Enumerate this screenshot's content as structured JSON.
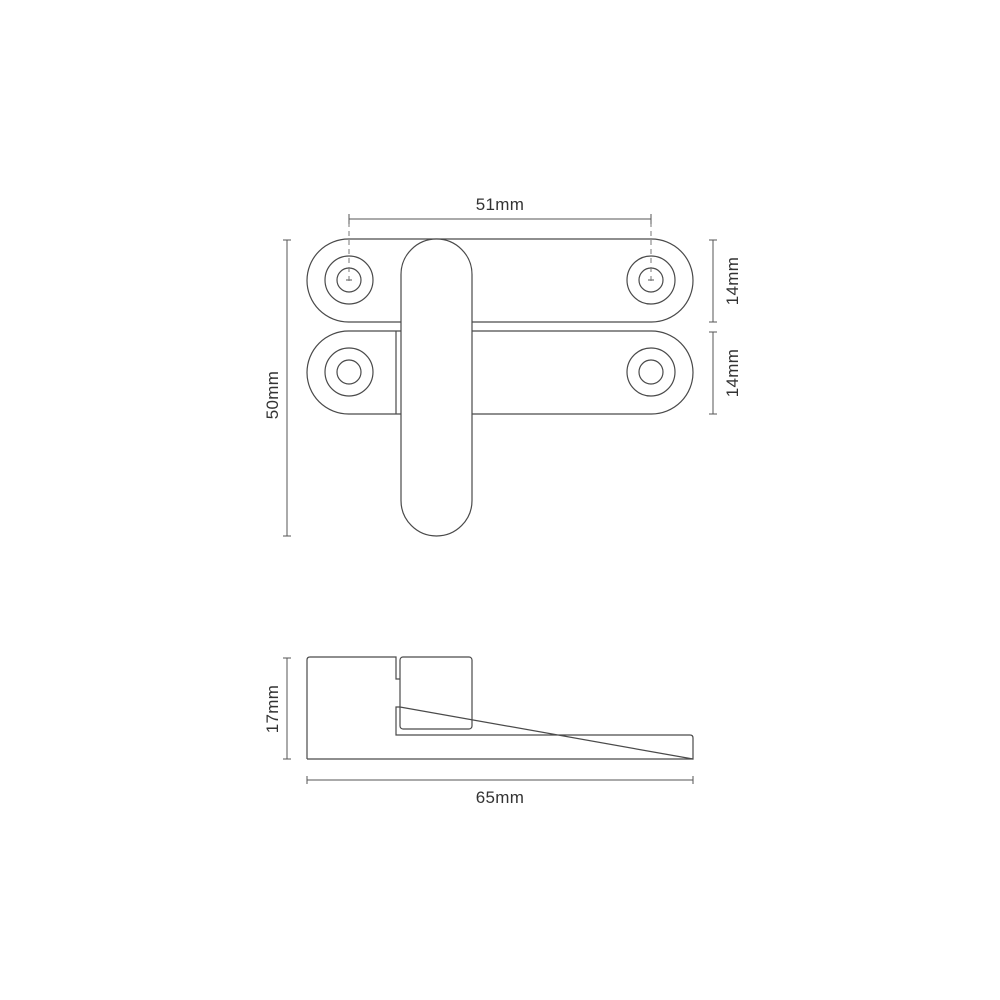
{
  "drawing": {
    "title": "Window latch technical drawing",
    "line_color": "#4a4a4a",
    "background": "#ffffff"
  },
  "top_view": {
    "dimensions": {
      "hole_spacing": "51mm",
      "overall_height": "50mm",
      "top_plate_height": "14mm",
      "bottom_plate_height": "14mm"
    }
  },
  "side_view": {
    "dimensions": {
      "height": "17mm",
      "length": "65mm"
    }
  }
}
